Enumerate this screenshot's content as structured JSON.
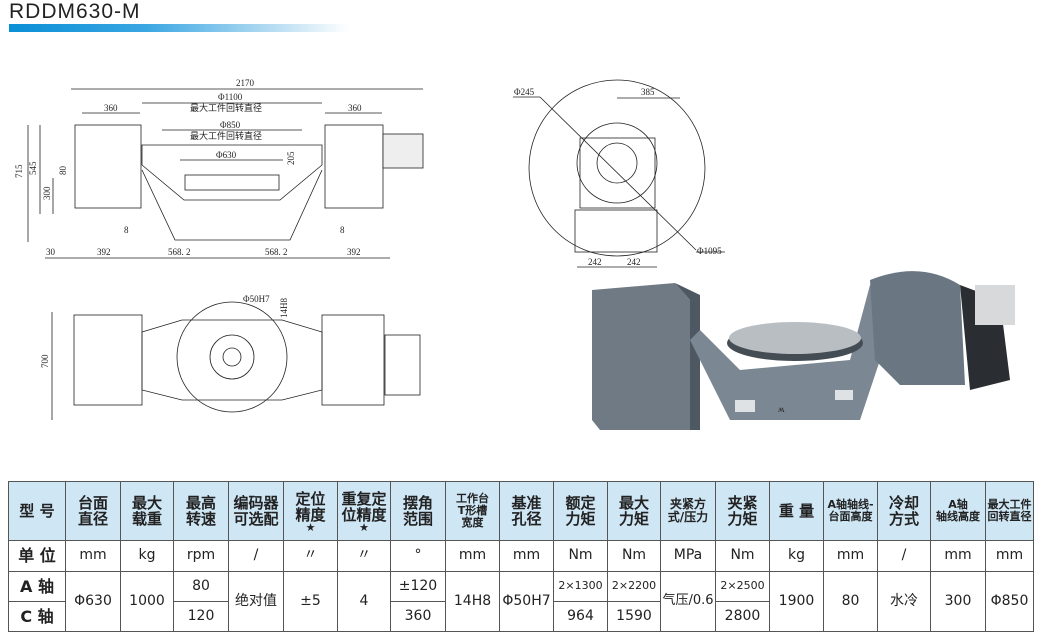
{
  "title": "RDDM630-M",
  "front_view": {
    "overall": "2170",
    "d1100": "Φ1100",
    "max_swing_1": "最大工件回转直径",
    "d850": "Φ850",
    "max_swing_2": "最大工件回转直径",
    "d630": "Φ630",
    "left_360": "360",
    "right_360": "360",
    "h715": "715",
    "h545": "545",
    "h300": "300",
    "h80": "80",
    "h205": "205",
    "gap_left": "8",
    "gap_right": "8",
    "b30": "30",
    "b392a": "392",
    "b568a": "568. 2",
    "b568b": "568. 2",
    "b392b": "392"
  },
  "side_view": {
    "d245": "Φ245",
    "w385": "385",
    "d1095": "Φ1095",
    "w242a": "242",
    "w242b": "242"
  },
  "top_view": {
    "d50": "Φ50H7",
    "w14": "14H8",
    "h700": "700"
  },
  "render": {
    "logo": "ʍ"
  },
  "table": {
    "headers": [
      "型 号",
      "台面\n直径",
      "最大\n载重",
      "最高\n转速",
      "编码器\n可选配",
      "定位\n精度",
      "重复定\n位精度",
      "摆角\n范围",
      "工作台\nT形槽\n宽度",
      "基准\n孔径",
      "额定\n力矩",
      "最大\n力矩",
      "夹紧方\n式/压力",
      "夹紧\n力矩",
      "重 量",
      "A轴轴线-\n台面高度",
      "冷却\n方式",
      "A轴\n轴线高度",
      "最大工件\n回转直径"
    ],
    "star": "★",
    "units": [
      "单 位",
      "mm",
      "kg",
      "rpm",
      "/",
      "〃",
      "〃",
      "°",
      "mm",
      "mm",
      "Nm",
      "Nm",
      "MPa",
      "Nm",
      "kg",
      "mm",
      "/",
      "mm",
      "mm"
    ],
    "row_a_label": "A 轴",
    "row_c_label": "C 轴",
    "table_diameter": "Φ630",
    "max_load": "1000",
    "speed_a": "80",
    "speed_c": "120",
    "encoder": "绝对值",
    "positioning": "±5",
    "repeatability": "4",
    "swing_a": "±120",
    "swing_c": "360",
    "t_slot": "14H8",
    "ref_hole": "Φ50H7",
    "rated_torque_a": "2×1300",
    "rated_torque_c": "964",
    "max_torque_a": "2×2200",
    "max_torque_c": "1590",
    "clamp_method": "气压/0.6",
    "clamp_torque_a": "2×2500",
    "clamp_torque_c": "2800",
    "weight": "1900",
    "axis_to_table": "80",
    "cooling": "水冷",
    "axis_height": "300",
    "max_swing": "Φ850"
  }
}
